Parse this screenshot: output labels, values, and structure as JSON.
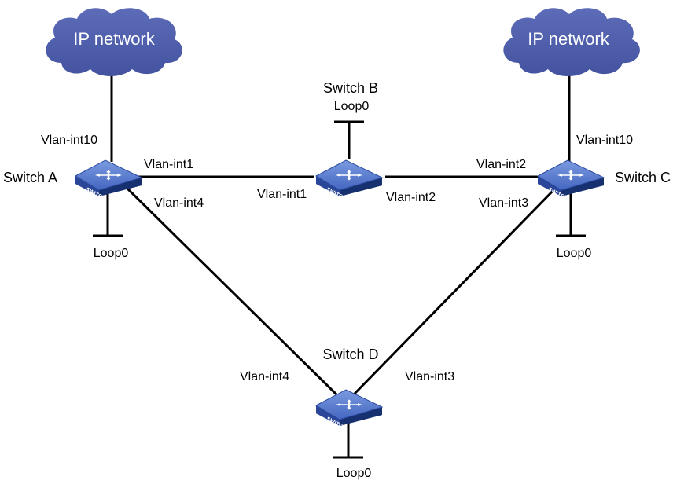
{
  "clouds": {
    "left": {
      "label": "IP network"
    },
    "right": {
      "label": "IP network"
    }
  },
  "switches": {
    "a": {
      "name": "Switch A",
      "badge": "SWITCH",
      "loop": "Loop0",
      "uplink": "Vlan-int10",
      "to_b": "Vlan-int1",
      "to_d": "Vlan-int4"
    },
    "b": {
      "name": "Switch B",
      "badge": "SWITCH",
      "loop": "Loop0",
      "to_a": "Vlan-int1",
      "to_c": "Vlan-int2"
    },
    "c": {
      "name": "Switch C",
      "badge": "SWITCH",
      "loop": "Loop0",
      "uplink": "Vlan-int10",
      "to_b": "Vlan-int2",
      "to_d": "Vlan-int3"
    },
    "d": {
      "name": "Switch D",
      "badge": "SWITCH",
      "loop": "Loop0",
      "to_a": "Vlan-int4",
      "to_c": "Vlan-int3"
    }
  },
  "colors": {
    "cloud": "#5060ad",
    "switch_top": "#5f7fce",
    "switch_side": "#1d3580",
    "link": "#000000"
  }
}
